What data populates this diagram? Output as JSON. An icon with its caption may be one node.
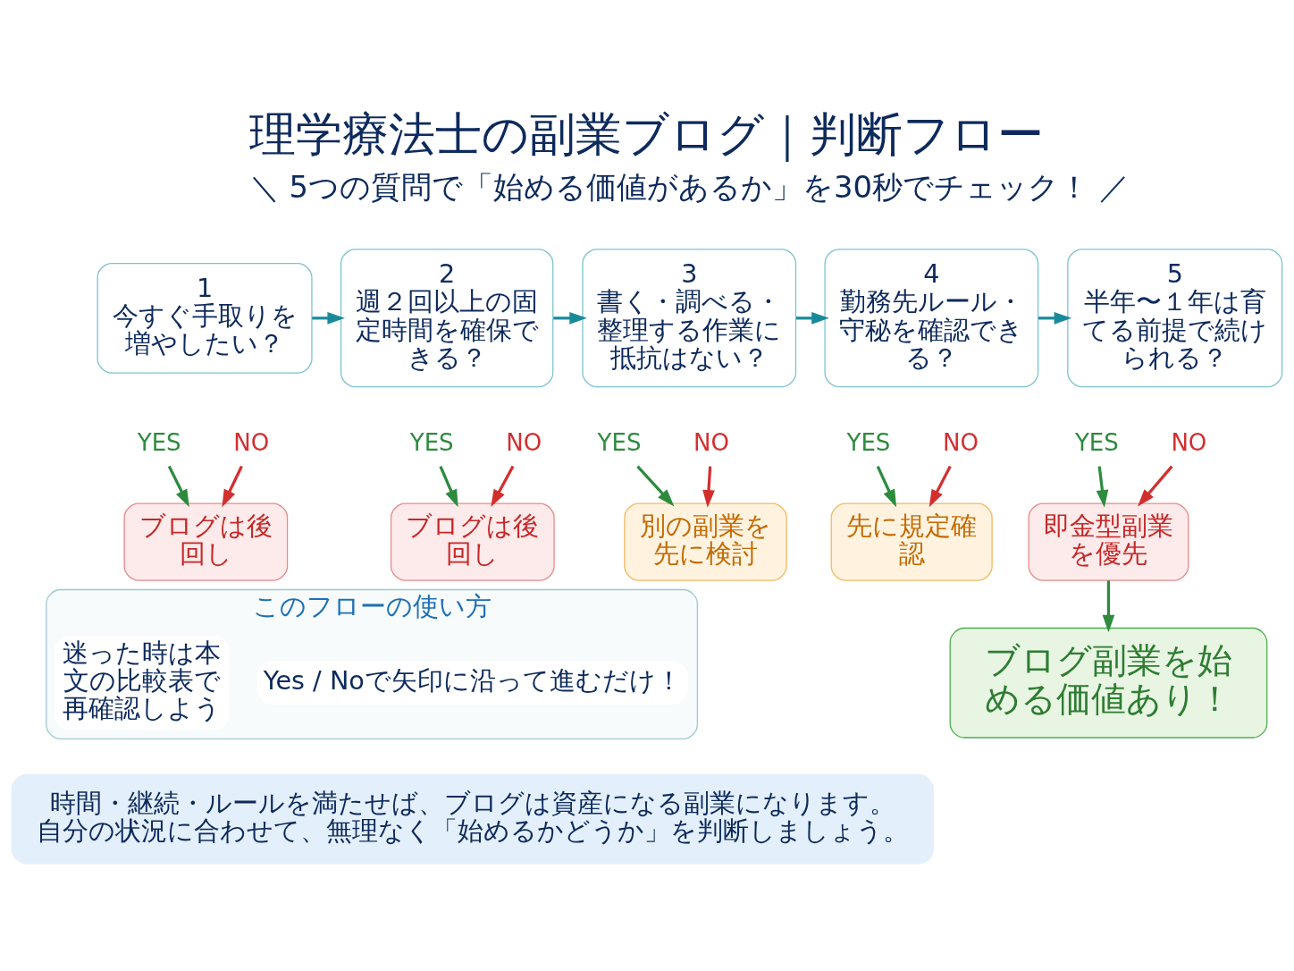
{
  "diagram": {
    "title": "理学療法士の副業ブログ｜判断フロー",
    "nodes": [
      {
        "text": [
          "1",
          "今すぐ手取りを増やしたい？"
        ]
      },
      {
        "text": [
          "YES"
        ]
      },
      {
        "text": [
          "NO"
        ]
      },
      {
        "text": [
          "ブログは後回し"
        ]
      },
      {
        "text": [
          "2",
          "週２回以上の固定時間を確保できる？"
        ]
      },
      {
        "text": [
          "YES"
        ]
      },
      {
        "text": [
          "NO"
        ]
      },
      {
        "text": [
          "ブログは後回し"
        ]
      },
      {
        "text": [
          "3",
          "書く・調べる・整理する作業に抵抗はない？"
        ]
      },
      {
        "text": [
          "YES"
        ]
      },
      {
        "text": [
          "NO"
        ]
      },
      {
        "text": [
          "別の副業を先に検討"
        ]
      },
      {
        "text": [
          "4",
          "勤務先ルール・守秘を確認できる？"
        ]
      },
      {
        "text": [
          "YES"
        ]
      },
      {
        "text": [
          "NO"
        ]
      },
      {
        "text": [
          "先に規定確認"
        ]
      },
      {
        "text": [
          "5",
          "半年〜１年は育てる前提で続けられる？"
        ]
      },
      {
        "text": [
          "YES"
        ]
      },
      {
        "text": [
          "NO"
        ]
      },
      {
        "text": [
          "即金型副業を優先"
        ]
      },
      {
        "text": [
          "ブログ副業を始める価値あり！"
        ]
      },
      {
        "text": [
          "このフローの使い方"
        ]
      },
      {
        "text": [
          "Yes / Noで矢印に沿って進むだけ！"
        ],
        "in": 21
      },
      {
        "text": [
          "迷った時は本文の比較表で再確認しよう"
        ],
        "in": 21
      },
      {
        "text": [
          "時間・継続・ルールを満たせば、ブログは資産になる副業になります。",
          "自分の状況に合わせて、無理なく「始めるかどうか」を判断しましょう。"
        ]
      }
    ],
    "edges": [
      {
        "from": 0,
        "to": 4,
        "arrow": "to",
        "color": "#1a8a9a"
      },
      {
        "from": 4,
        "to": 8,
        "arrow": "to",
        "color": "#1a8a9a"
      },
      {
        "from": 8,
        "to": 12,
        "arrow": "to",
        "color": "#1a8a9a"
      },
      {
        "from": 12,
        "to": 16,
        "arrow": "to",
        "color": "#1a8a9a"
      },
      {
        "from": 1,
        "to": 3,
        "arrow": "to",
        "color": "#2e8b3e"
      },
      {
        "from": 2,
        "to": 3,
        "arrow": "to",
        "color": "#d32f2f"
      },
      {
        "from": 5,
        "to": 7,
        "arrow": "to",
        "color": "#2e8b3e"
      },
      {
        "from": 6,
        "to": 7,
        "arrow": "to",
        "color": "#d32f2f"
      },
      {
        "from": 9,
        "to": 11,
        "arrow": "to",
        "color": "#2e8b3e"
      },
      {
        "from": 10,
        "to": 11,
        "arrow": "to",
        "color": "#d32f2f"
      },
      {
        "from": 13,
        "to": 15,
        "arrow": "to",
        "color": "#2e8b3e"
      },
      {
        "from": 14,
        "to": 15,
        "arrow": "to",
        "color": "#d32f2f"
      },
      {
        "from": 17,
        "to": 19,
        "arrow": "to",
        "color": "#2e8b3e"
      },
      {
        "from": 18,
        "to": 19,
        "arrow": "to",
        "color": "#d32f2f"
      },
      {
        "from": 19,
        "to": 20,
        "arrow": "to",
        "color": "#2e8b3e"
      }
    ],
    "labels": [
      "＼ 5つの質問で「始める価値があるか」を30秒でチェック！ ／"
    ]
  }
}
